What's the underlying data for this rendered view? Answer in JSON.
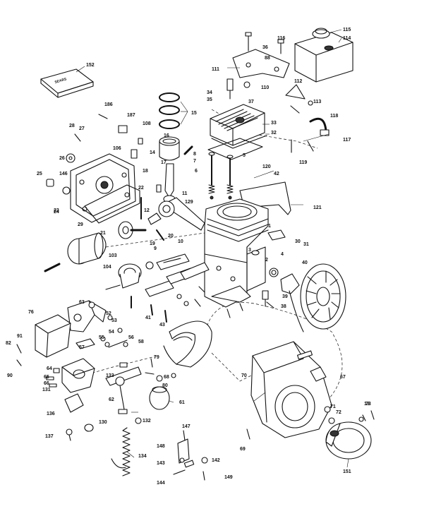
{
  "callouts": [
    {
      "t": "152"
    },
    {
      "t": "116"
    },
    {
      "t": "115"
    },
    {
      "t": "114"
    },
    {
      "t": "36"
    },
    {
      "t": "88"
    },
    {
      "t": "111"
    },
    {
      "t": "15"
    },
    {
      "t": "34"
    },
    {
      "t": "35"
    },
    {
      "t": "37"
    },
    {
      "t": "110"
    },
    {
      "t": "112"
    },
    {
      "t": "113"
    },
    {
      "t": "33"
    },
    {
      "t": "32"
    },
    {
      "t": "118"
    },
    {
      "t": "117"
    },
    {
      "t": "186"
    },
    {
      "t": "187"
    },
    {
      "t": "16"
    },
    {
      "t": "28"
    },
    {
      "t": "27"
    },
    {
      "t": "108"
    },
    {
      "t": "14"
    },
    {
      "t": "106"
    },
    {
      "t": "26"
    },
    {
      "t": "25"
    },
    {
      "t": "146"
    },
    {
      "t": "24"
    },
    {
      "t": "17"
    },
    {
      "t": "18"
    },
    {
      "t": "8"
    },
    {
      "t": "7"
    },
    {
      "t": "6"
    },
    {
      "t": "5"
    },
    {
      "t": "120"
    },
    {
      "t": "42"
    },
    {
      "t": "119"
    },
    {
      "t": "23"
    },
    {
      "t": "22"
    },
    {
      "t": "11"
    },
    {
      "t": "129"
    },
    {
      "t": "12"
    },
    {
      "t": "121"
    },
    {
      "t": "29"
    },
    {
      "t": "21"
    },
    {
      "t": "1"
    },
    {
      "t": "19"
    },
    {
      "t": "4"
    },
    {
      "t": "30"
    },
    {
      "t": "31"
    },
    {
      "t": "40"
    },
    {
      "t": "103"
    },
    {
      "t": "9"
    },
    {
      "t": "104"
    },
    {
      "t": "10"
    },
    {
      "t": "2"
    },
    {
      "t": "3"
    },
    {
      "t": "20"
    },
    {
      "t": "39"
    },
    {
      "t": "38"
    },
    {
      "t": "67"
    },
    {
      "t": "58"
    },
    {
      "t": "52"
    },
    {
      "t": "53"
    },
    {
      "t": "54"
    },
    {
      "t": "55"
    },
    {
      "t": "56"
    },
    {
      "t": "57"
    },
    {
      "t": "91"
    },
    {
      "t": "82"
    },
    {
      "t": "90"
    },
    {
      "t": "76"
    },
    {
      "t": "65"
    },
    {
      "t": "66"
    },
    {
      "t": "64"
    },
    {
      "t": "63"
    },
    {
      "t": "133"
    },
    {
      "t": "62"
    },
    {
      "t": "68"
    },
    {
      "t": "61"
    },
    {
      "t": "71"
    },
    {
      "t": "73"
    },
    {
      "t": "72"
    },
    {
      "t": "79"
    },
    {
      "t": "80"
    },
    {
      "t": "132"
    },
    {
      "t": "131"
    },
    {
      "t": "136"
    },
    {
      "t": "137"
    },
    {
      "t": "130"
    },
    {
      "t": "134"
    },
    {
      "t": "147"
    },
    {
      "t": "148"
    },
    {
      "t": "143"
    },
    {
      "t": "144"
    },
    {
      "t": "142"
    },
    {
      "t": "149"
    },
    {
      "t": "69"
    },
    {
      "t": "151"
    },
    {
      "t": "13"
    },
    {
      "t": "70"
    },
    {
      "t": "41"
    },
    {
      "t": "43"
    }
  ]
}
